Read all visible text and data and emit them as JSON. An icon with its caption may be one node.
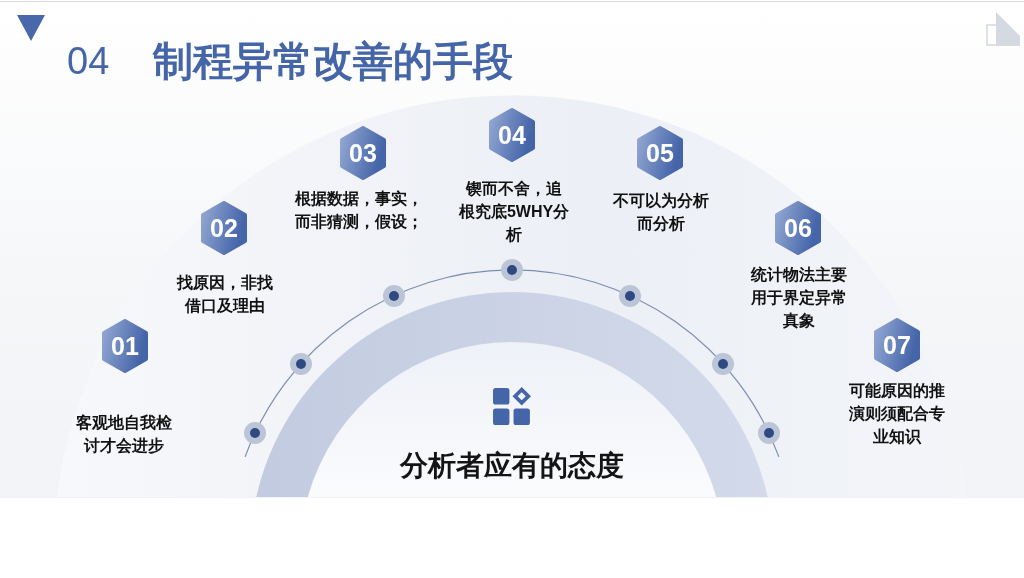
{
  "diagram": {
    "title": "制程异常改善的手段",
    "nodes": [
      {
        "text": [
          "01"
        ],
        "beside": [
          "客观地自我检讨才会进步"
        ]
      },
      {
        "text": [
          "02"
        ],
        "beside": [
          "找原因，非找借口及理由"
        ]
      },
      {
        "text": [
          "03"
        ],
        "beside": [
          "根据数据，事实，而非猜测，假设；"
        ]
      },
      {
        "text": [
          "04"
        ],
        "beside": [
          "锲而不舍，追根究底5WHY分析"
        ]
      },
      {
        "text": [
          "05"
        ],
        "beside": [
          "不可以为分析而分析"
        ]
      },
      {
        "text": [
          "06"
        ],
        "beside": [
          "统计物法主要用于界定异常真象"
        ]
      },
      {
        "text": [
          "07"
        ],
        "beside": [
          "可能原因的推演则须配合专业知识"
        ]
      },
      {
        "text": [
          "分析者应有的态度"
        ]
      }
    ],
    "labels": [
      "04"
    ]
  }
}
